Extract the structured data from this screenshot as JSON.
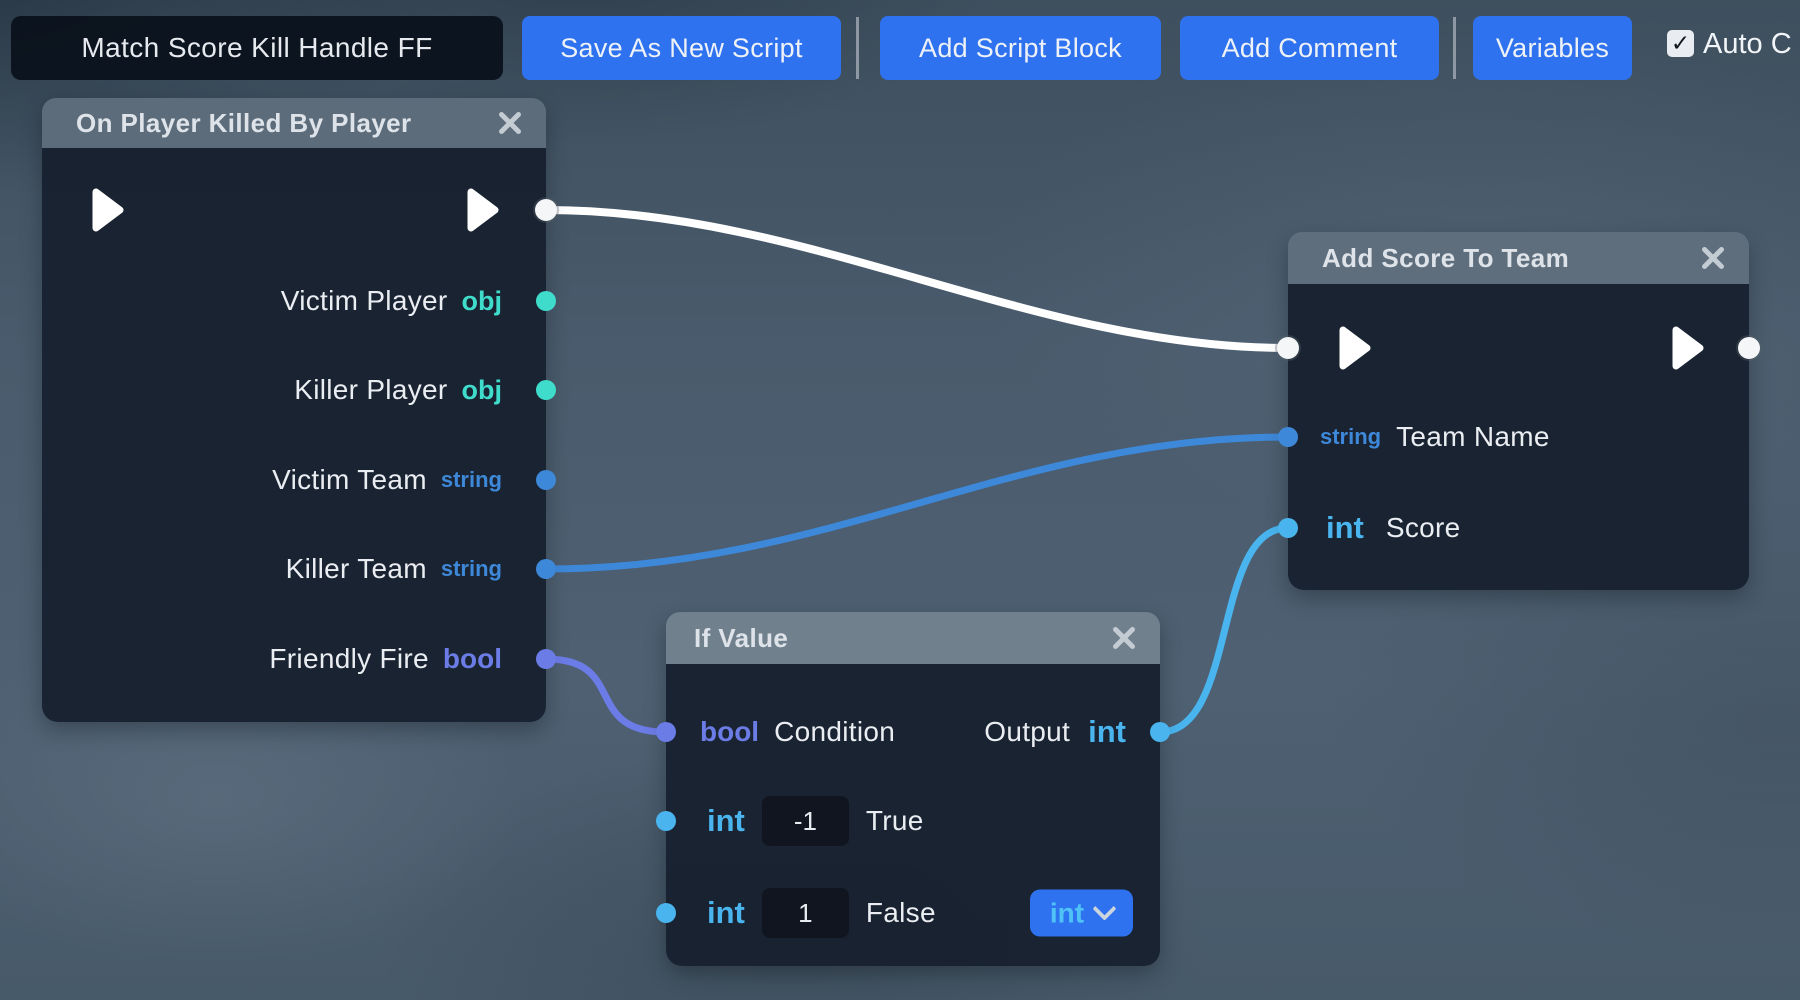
{
  "toolbar": {
    "script_name_value": "Match Score Kill Handle FF",
    "save_as_new_script": "Save As New Script",
    "add_script_block": "Add Script Block",
    "add_comment": "Add Comment",
    "variables": "Variables",
    "auto_checkbox_label": "Auto C",
    "auto_checkbox_checked": true,
    "check_glyph": "✓"
  },
  "nodes": {
    "on_player_killed_by_player": {
      "title": "On Player Killed By Player",
      "outputs": [
        {
          "label": "Victim Player",
          "type": "obj"
        },
        {
          "label": "Killer Player",
          "type": "obj"
        },
        {
          "label": "Victim Team",
          "type": "string"
        },
        {
          "label": "Killer Team",
          "type": "string"
        },
        {
          "label": "Friendly Fire",
          "type": "bool"
        }
      ]
    },
    "add_score_to_team": {
      "title": "Add Score To Team",
      "inputs": [
        {
          "type": "string",
          "label": "Team Name"
        },
        {
          "type": "int",
          "label": "Score"
        }
      ]
    },
    "if_value": {
      "title": "If Value",
      "condition": {
        "type": "bool",
        "label": "Condition"
      },
      "output": {
        "label": "Output",
        "type": "int"
      },
      "true_branch": {
        "type": "int",
        "value": "-1",
        "label": "True"
      },
      "false_branch": {
        "type": "int",
        "value": "1",
        "label": "False"
      },
      "type_selector": "int"
    }
  },
  "connections": [
    {
      "from": "On Player Killed By Player exec-out",
      "to": "Add Score To Team exec-in",
      "kind": "exec",
      "color": "#ffffff"
    },
    {
      "from": "Killer Team",
      "to": "Team Name",
      "kind": "string",
      "color": "#3e88d9"
    },
    {
      "from": "Friendly Fire",
      "to": "Condition",
      "kind": "bool",
      "color": "#6c7ce6"
    },
    {
      "from": "If Value Output",
      "to": "Score",
      "kind": "int",
      "color": "#49b4ee"
    }
  ],
  "colors": {
    "accent_blue": "#2e72f0",
    "type_obj": "#3fdccb",
    "type_string": "#3e88d9",
    "type_bool": "#6c7ce6",
    "type_int": "#49b4ee",
    "node_body": "#182130",
    "node_header": "#5d6c7a"
  }
}
